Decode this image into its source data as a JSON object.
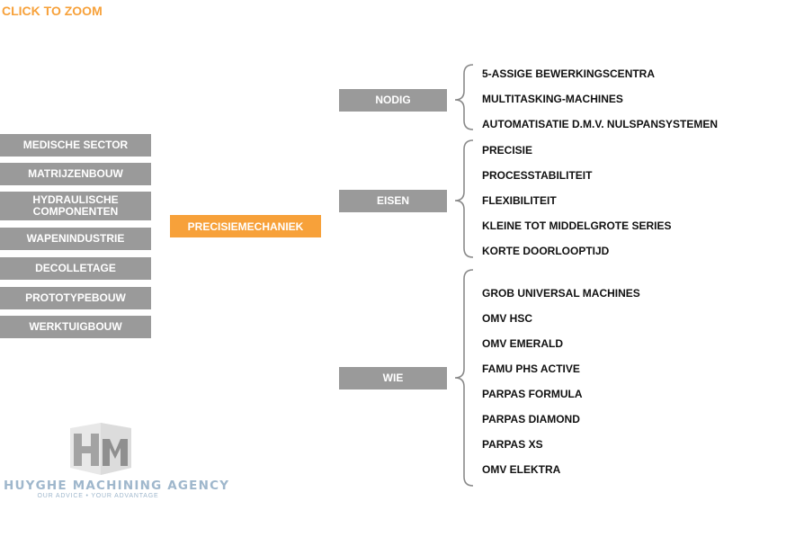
{
  "header": {
    "zoom_label": "CLICK TO ZOOM"
  },
  "sectors": [
    "MEDISCHE SECTOR",
    "MATRIJZENBOUW",
    "HYDRAULISCHE COMPONENTEN",
    "WAPENINDUSTRIE",
    "DECOLLETAGE",
    "PROTOTYPEBOUW",
    "WERKTUIGBOUW"
  ],
  "center": {
    "label": "PRECISIEMECHANIEK"
  },
  "categories": [
    {
      "label": "NODIG",
      "items": [
        "5-ASSIGE BEWERKINGSCENTRA",
        "MULTITASKING-MACHINES",
        "AUTOMATISATIE D.M.V. NULSPANSYSTEMEN"
      ]
    },
    {
      "label": "EISEN",
      "items": [
        "PRECISIE",
        "PROCESSTABILITEIT",
        "FLEXIBILITEIT",
        "KLEINE TOT MIDDELGROTE SERIES",
        "KORTE DOORLOOPTIJD"
      ]
    },
    {
      "label": "WIE",
      "items": [
        "GROB UNIVERSAL MACHINES",
        "OMV HSC",
        "OMV EMERALD",
        "FAMU PHS ACTIVE",
        "PARPAS FORMULA",
        "PARPAS DIAMOND",
        "PARPAS XS",
        "OMV ELEKTRA"
      ]
    }
  ],
  "logo": {
    "monogram": "HM",
    "name": "HUYGHE MACHINING AGENCY",
    "tagline": "OUR ADVICE • YOUR ADVANTAGE"
  },
  "colors": {
    "accent": "#f7a13a",
    "box_gray": "#9a9a9a",
    "logo_blue": "#9fb7cc"
  }
}
